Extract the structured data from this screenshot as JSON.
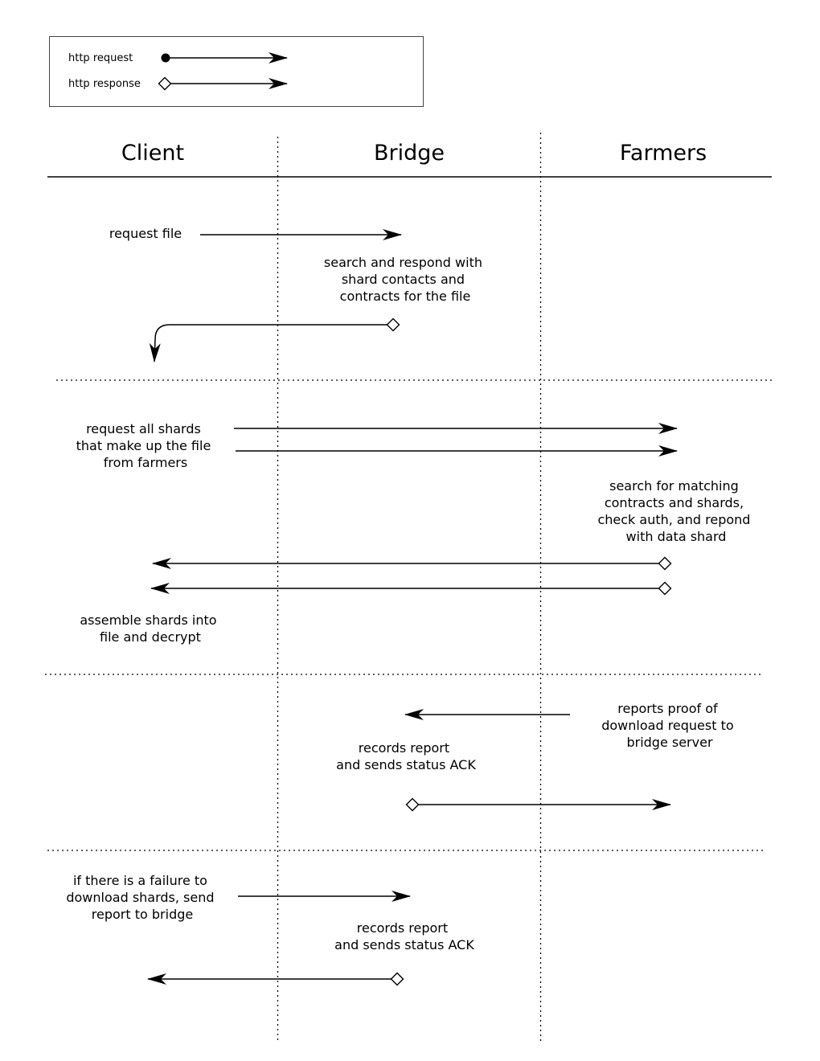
{
  "legend": {
    "request_label": "http request",
    "response_label": "http response"
  },
  "lanes": {
    "client": "Client",
    "bridge": "Bridge",
    "farmers": "Farmers"
  },
  "notes": {
    "request_file": [
      "request file"
    ],
    "search_respond": [
      "search and respond with",
      "shard contacts and",
      "contracts for the file"
    ],
    "request_shards": [
      "request all shards",
      "that make up the file",
      "from farmers"
    ],
    "search_matching": [
      "search for matching",
      "contracts and shards,",
      "check auth, and repond",
      "with data shard"
    ],
    "assemble": [
      "assemble shards into",
      "file and decrypt"
    ],
    "reports_proof": [
      "reports proof of",
      "download request to",
      "bridge server"
    ],
    "records_ack_1": [
      "records report",
      "and sends status ACK"
    ],
    "failure_report": [
      "if there is a failure to",
      "download shards, send",
      "report to bridge"
    ],
    "records_ack_2": [
      "records report",
      "and sends status ACK"
    ]
  }
}
